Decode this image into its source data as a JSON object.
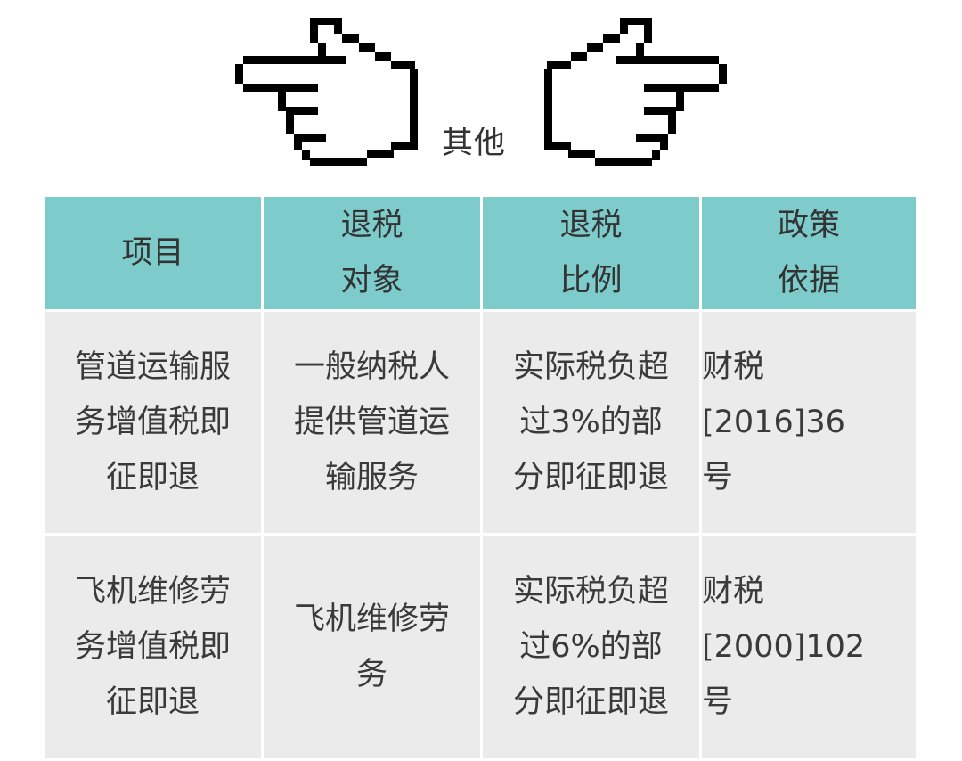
{
  "header": {
    "title": "其他",
    "left_icon": "pointing-hand-right-icon",
    "right_icon": "pointing-hand-left-icon"
  },
  "colors": {
    "header_bg": "#7ecbcb",
    "cell_bg": "#ebebeb",
    "text": "#333333"
  },
  "table": {
    "columns": [
      {
        "lines": [
          "项目"
        ]
      },
      {
        "lines": [
          "退税",
          "对象"
        ]
      },
      {
        "lines": [
          "退税",
          "比例"
        ]
      },
      {
        "lines": [
          "政策",
          "依据"
        ]
      }
    ],
    "rows": [
      {
        "item": [
          "管道运输服",
          "务增值税即",
          "征即退"
        ],
        "target": [
          "一般纳税人",
          "提供管道运",
          "输服务"
        ],
        "ratio": [
          "实际税负超",
          "过3%的部",
          "分即征即退"
        ],
        "basis": [
          "财税",
          "[2016]36",
          "号"
        ]
      },
      {
        "item": [
          "飞机维修劳",
          "务增值税即",
          "征即退"
        ],
        "target": [
          "飞机维修劳",
          "务"
        ],
        "ratio": [
          "实际税负超",
          "过6%的部",
          "分即征即退"
        ],
        "basis": [
          "财税",
          "[2000]102",
          "号"
        ]
      }
    ]
  }
}
